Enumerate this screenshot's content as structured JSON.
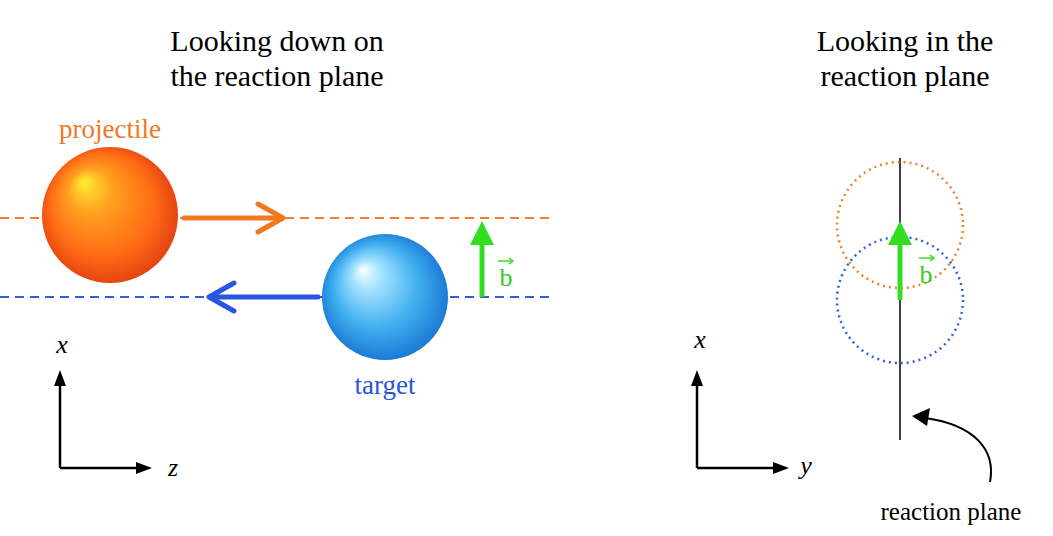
{
  "diagram": {
    "labels": [
      "Looking down on the reaction plane",
      "projectile",
      "target",
      "b",
      "x",
      "z",
      "Looking in the reaction plane",
      "b",
      "x",
      "y",
      "reaction plane"
    ]
  }
}
